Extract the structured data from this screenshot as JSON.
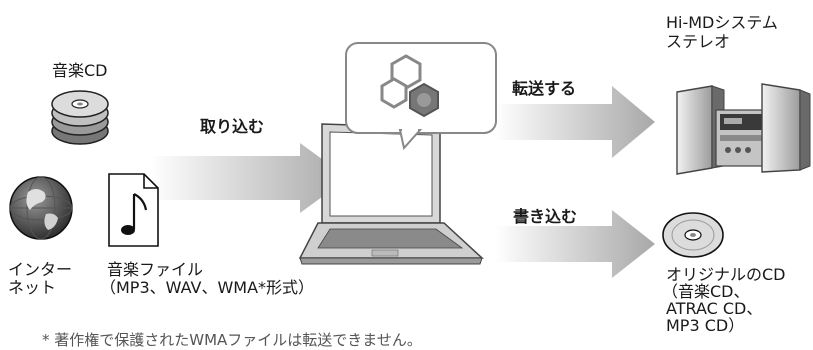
{
  "labels": {
    "music_cd": "音楽CD",
    "import": "取り込む",
    "transfer": "転送する",
    "write": "書き込む",
    "hi_md_line1": "Hi-MDシステム",
    "hi_md_line2": "ステレオ",
    "internet_line1": "インター",
    "internet_line2": "ネット",
    "music_file_line1": "音楽ファイル",
    "music_file_line2": "（MP3、WAV、WMA*形式）",
    "original_cd_line1": "オリジナルのCD",
    "original_cd_line2": "（音楽CD、",
    "original_cd_line3": "ATRAC CD、",
    "original_cd_line4": "MP3 CD）"
  },
  "footnote": "*  著作権で保護されたWMAファイルは転送できません。",
  "colors": {
    "arrow": "#b4b4b4",
    "arrow_light": "#dcdcdc",
    "text": "#1a1a1a"
  },
  "icons": [
    "cd-stack-icon",
    "globe-icon",
    "music-file-icon",
    "laptop-icon",
    "sonicstage-logo-icon",
    "stereo-icon",
    "cd-icon"
  ]
}
